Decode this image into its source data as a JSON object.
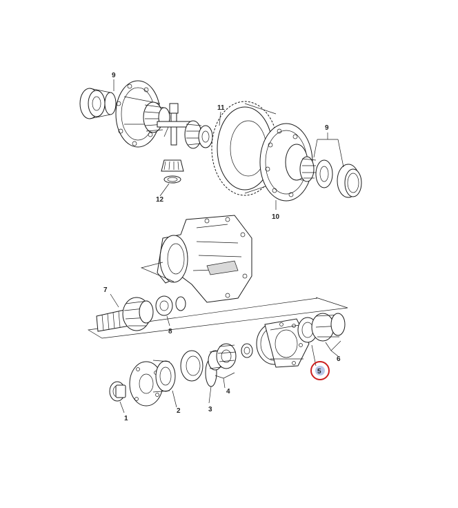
{
  "diagram": {
    "callouts": {
      "c1": "1",
      "c2": "2",
      "c3": "3",
      "c4": "4",
      "c5": "5",
      "c6": "6",
      "c7": "7",
      "c8": "8",
      "c9a": "9",
      "c9b": "9",
      "c10": "10",
      "c11": "11",
      "c12": "12"
    },
    "highlight": {
      "part": "5",
      "ring_color": "#cc1f1f",
      "fill_color": "#b9c7e8"
    }
  }
}
